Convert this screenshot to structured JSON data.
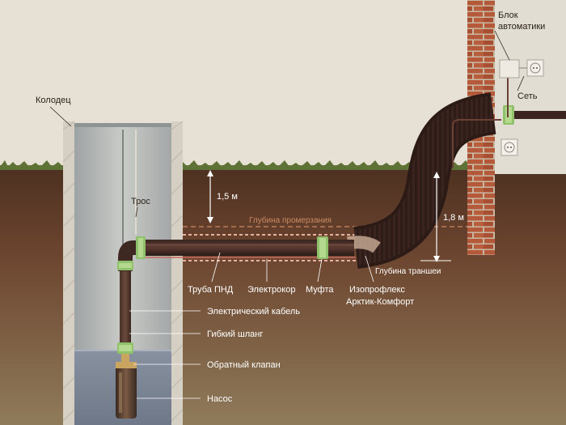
{
  "labels": {
    "well": "Колодец",
    "rope": "Трос",
    "depth_1": "1,5 м",
    "frost_depth": "Глубина промерзания",
    "depth_2": "1,8 м",
    "trench_depth": "Глубина траншеи",
    "pnd_pipe": "Труба ПНД",
    "electrocord": "Электрокор",
    "coupling": "Муфта",
    "isoproflex_line1": "Изопрофлекс",
    "isoproflex_line2": "Арктик-Комфорт",
    "electric_cable": "Электрический кабель",
    "flexible_hose": "Гибкий шланг",
    "check_valve": "Обратный клапан",
    "pump": "Насос",
    "automation_line1": "Блок",
    "automation_line2": "автоматики",
    "power": "Сеть"
  },
  "colors": {
    "sky": "#e6e1d4",
    "grass": "#6b7d3e",
    "soil_top": "#5a3a27",
    "soil_bottom": "#8a7354",
    "frost_line": "#c98a62",
    "brick": "#b55a3a",
    "well_water": "#8c96a4",
    "isoproflex": "#2b1a16",
    "coupling": "#8fc06a"
  }
}
